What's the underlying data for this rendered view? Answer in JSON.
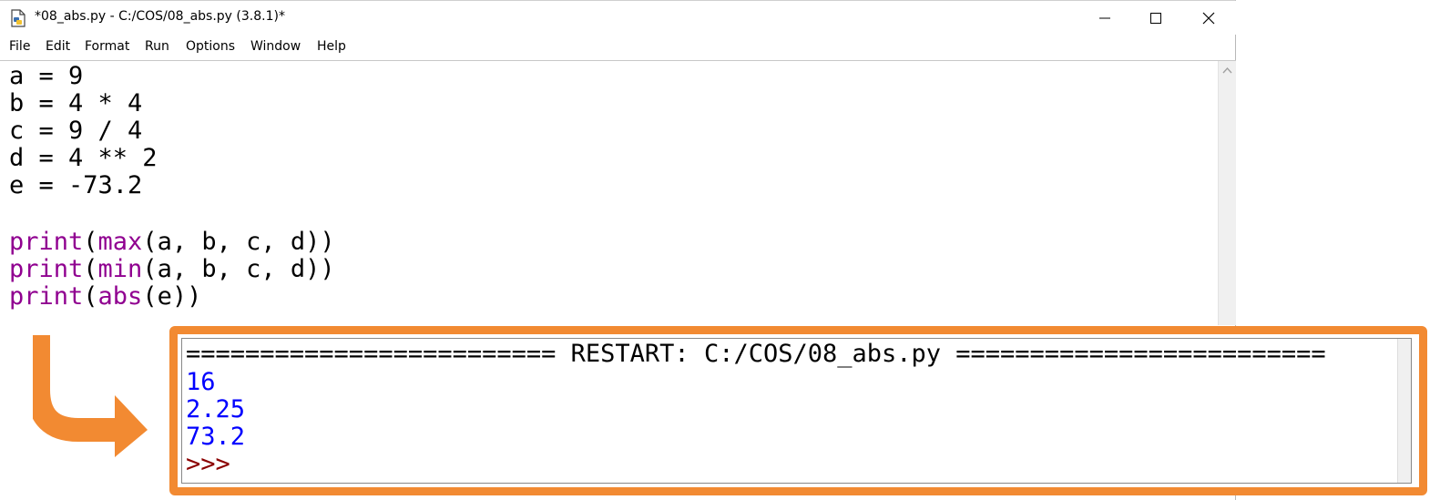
{
  "window": {
    "title": "*08_abs.py - C:/COS/08_abs.py (3.8.1)*",
    "controls": {
      "minimize": "─",
      "maximize": "☐",
      "close": "✕"
    }
  },
  "menu": [
    "File",
    "Edit",
    "Format",
    "Run",
    "Options",
    "Window",
    "Help"
  ],
  "editor": {
    "lines": [
      {
        "plain": "a = 9"
      },
      {
        "plain": "b = 4 * 4"
      },
      {
        "plain": "c = 9 / 4"
      },
      {
        "plain": "d = 4 ** 2"
      },
      {
        "plain": "e = -73.2"
      },
      {
        "plain": ""
      },
      {
        "kw1": "print",
        "p1": "(",
        "kw2": "max",
        "p2": "(a, b, c, d))"
      },
      {
        "kw1": "print",
        "p1": "(",
        "kw2": "min",
        "p2": "(a, b, c, d))"
      },
      {
        "kw1": "print",
        "p1": "(",
        "kw2": "abs",
        "p2": "(e))"
      }
    ]
  },
  "shell": {
    "restart": "========================= RESTART: C:/COS/08_abs.py =========================",
    "outputs": [
      "16",
      "2.25",
      "73.2"
    ],
    "prompt": ">>>"
  },
  "colors": {
    "highlight_border": "#f28a32",
    "keyword": "#900090",
    "output": "#0000ff",
    "prompt": "#8b0000"
  },
  "icons": {
    "arrow": "orange-bent-arrow-icon",
    "file": "python-file-icon"
  }
}
